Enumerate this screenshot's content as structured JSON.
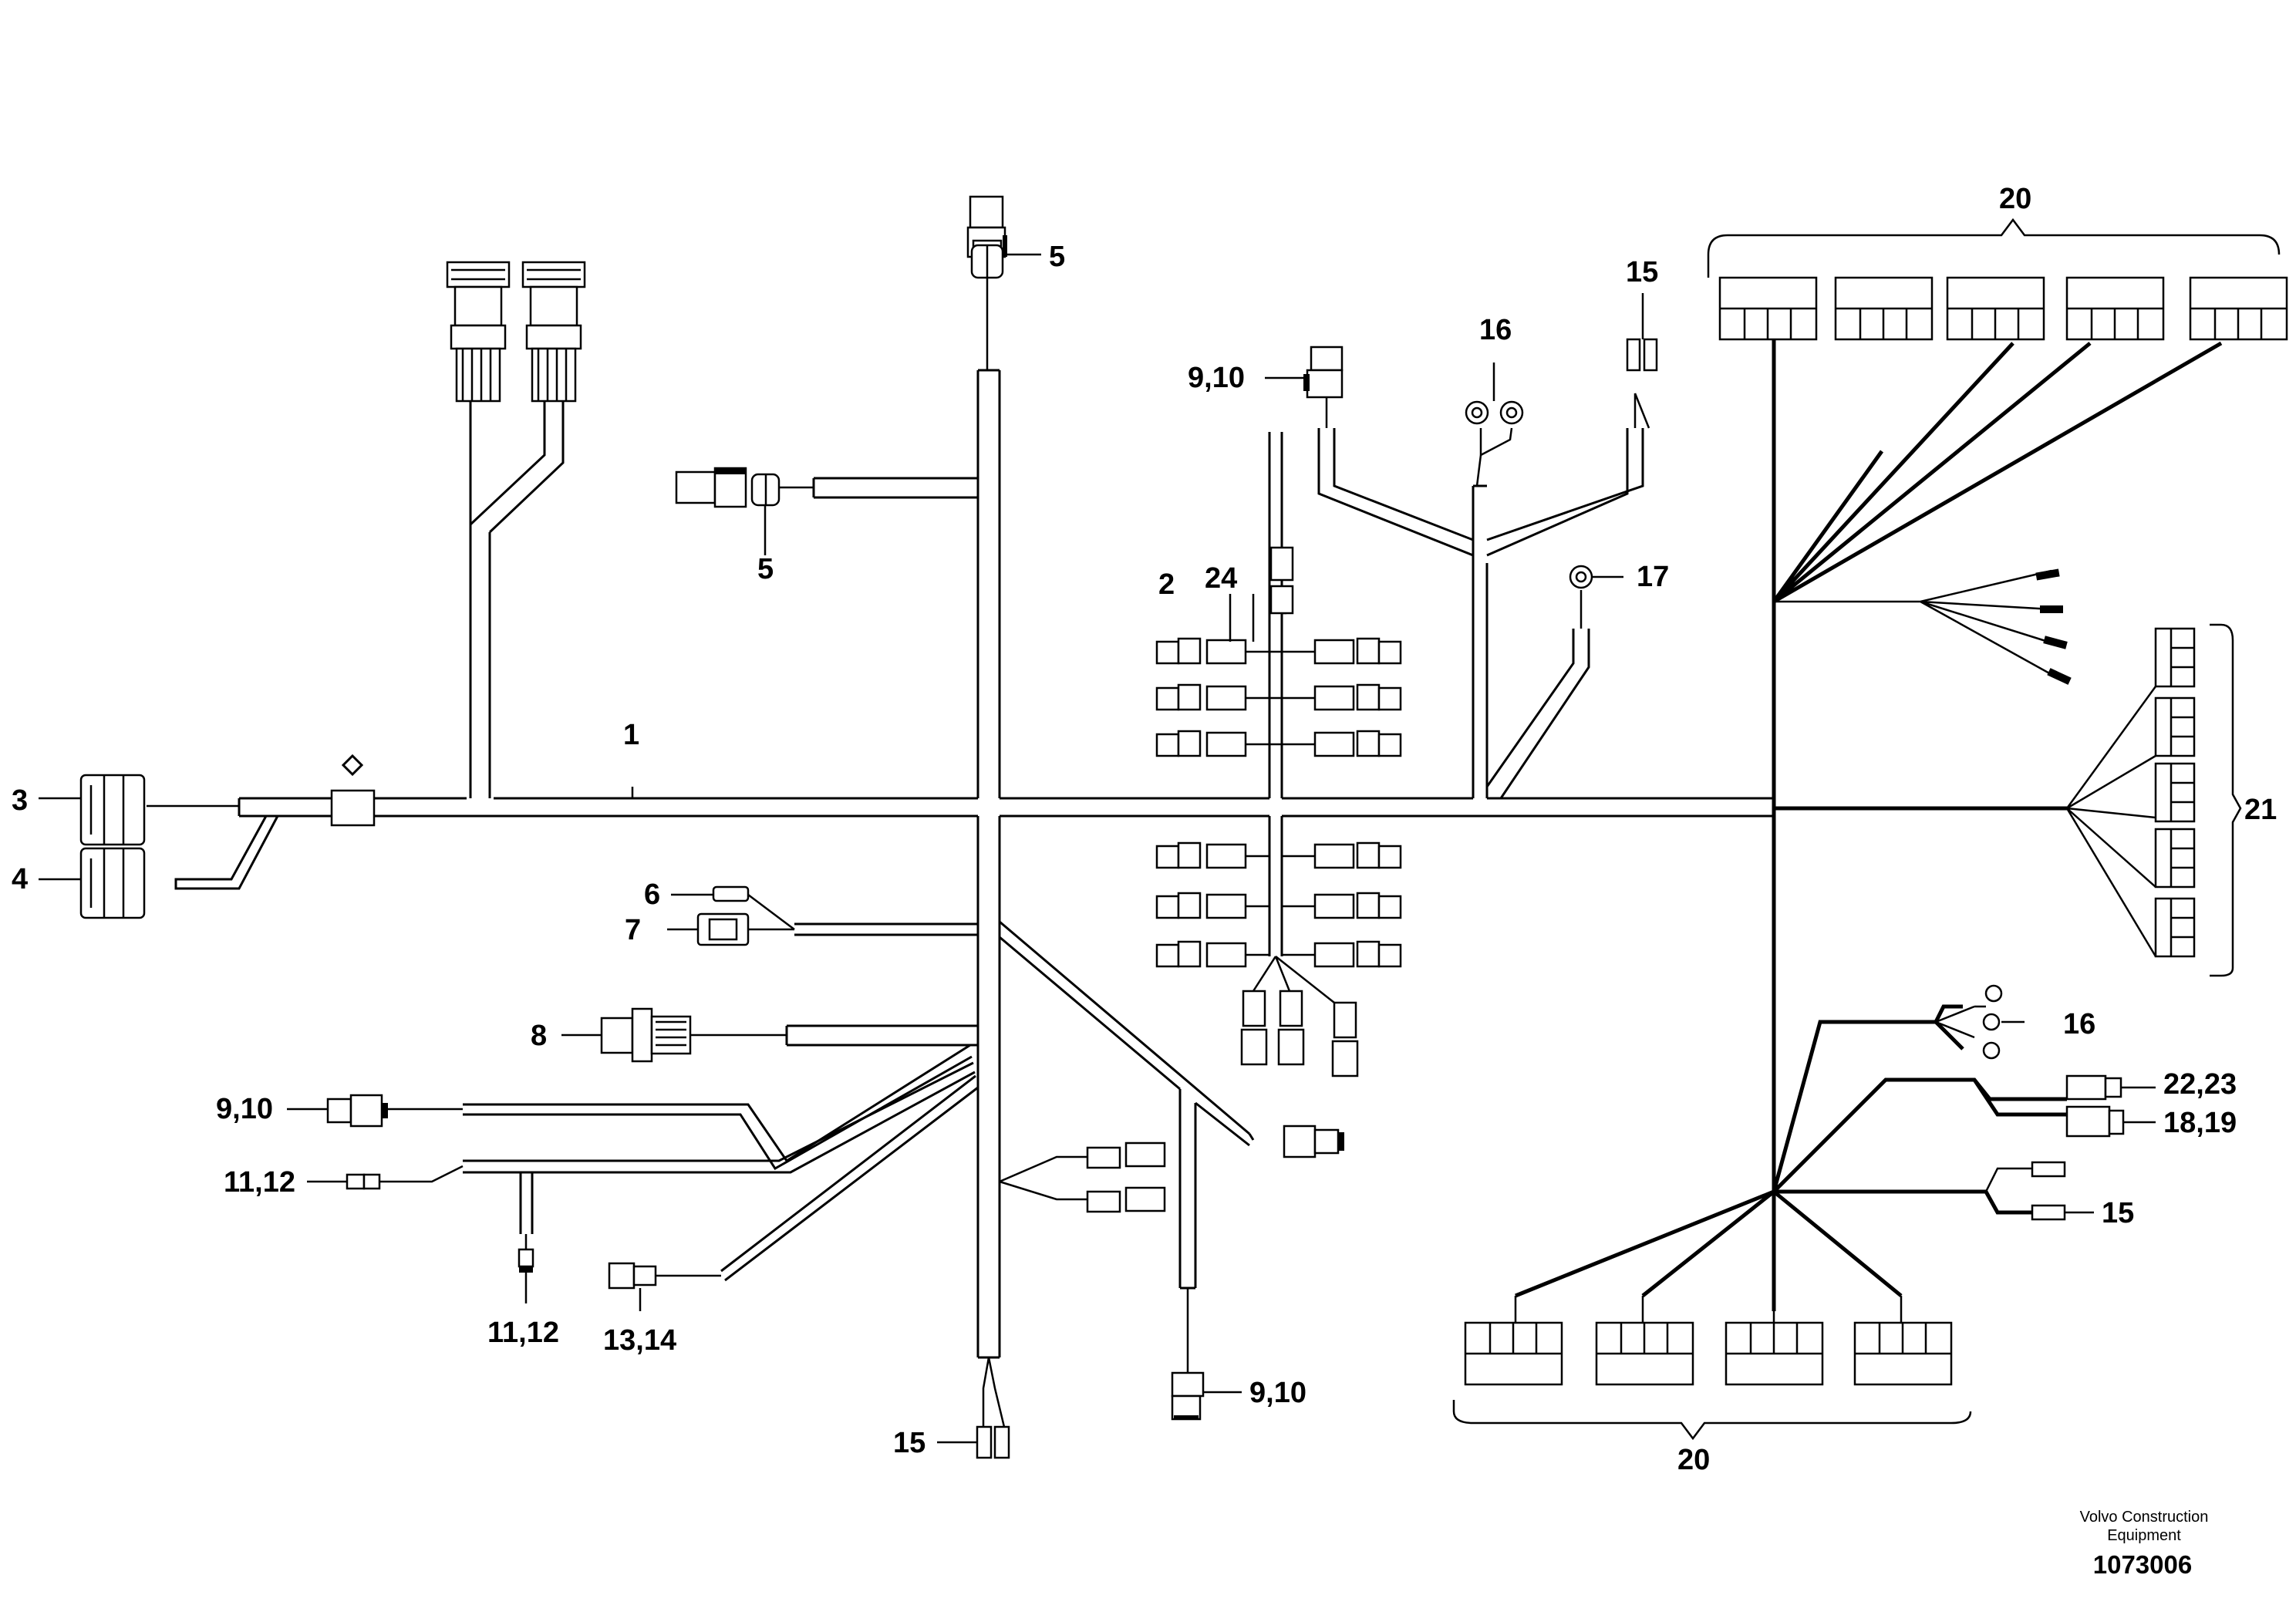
{
  "callouts": {
    "c1": "1",
    "c2": "2",
    "c3": "3",
    "c4": "4",
    "c5_top": "5",
    "c5_mid": "5",
    "c6": "6",
    "c7": "7",
    "c8": "8",
    "c9_10_left": "9,10",
    "c9_10_top": "9,10",
    "c9_10_bottom": "9,10",
    "c11_12_left": "11,12",
    "c11_12_bottom": "11,12",
    "c13_14": "13,14",
    "c15_top": "15",
    "c15_bottom": "15",
    "c15_right": "15",
    "c16_top": "16",
    "c16_right": "16",
    "c17": "17",
    "c18_19": "18,19",
    "c20_top": "20",
    "c20_bottom": "20",
    "c21": "21",
    "c22_23": "22,23",
    "c24": "24"
  },
  "footer": {
    "brand_line1": "Volvo Construction",
    "brand_line2": "Equipment",
    "doc_number": "1073006"
  }
}
